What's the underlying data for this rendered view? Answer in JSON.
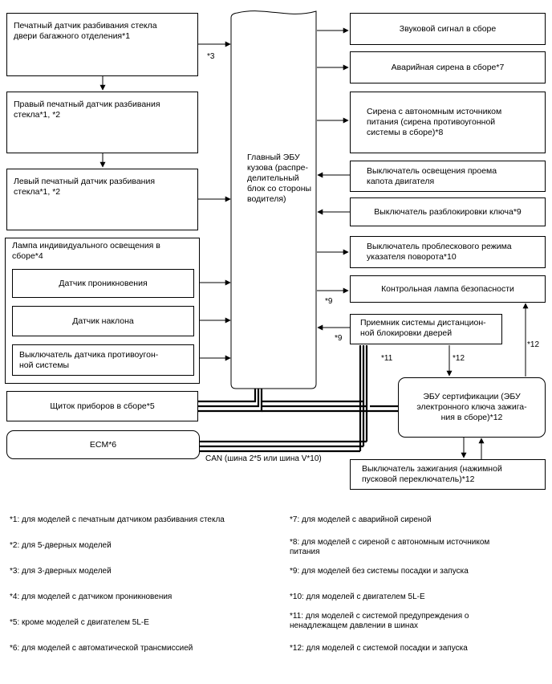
{
  "left": {
    "trunk_sensor": "Печатный датчик разбивания стекла\nдвери багажного отделения*1",
    "right_sensor": "Правый печатный датчик разбивания\nстекла*1, *2",
    "left_sensor": "Левый печатный датчик разбивания\nстекла*1, *2",
    "lamp_group": "Лампа индивидуального освещения в\nсборе*4",
    "intrusion_sensor": "Датчик проникновения",
    "tilt_sensor": "Датчик наклона",
    "theft_switch": "Выключатель датчика противоугон-\nной системы",
    "meter": "Щиток приборов в сборе*5",
    "ecm": "ECM*6"
  },
  "center": {
    "main_ecu": "Главный ЭБУ\nкузова (распре-\nделительный\nблок со стороны\nводителя)"
  },
  "right": {
    "horn": "Звуковой сигнал в сборе",
    "siren": "Аварийная сирена в сборе*7",
    "self_siren": "Сирена с автономным источником\nпитания (сирена противоугонной\nсистемы в сборе)*8",
    "hood_switch": "Выключатель освещения проема\nкапота двигателя",
    "key_switch": "Выключатель разблокировки ключа*9",
    "hazard_switch": "Выключатель проблескового режима\nуказателя поворота*10",
    "security_lamp": "Контрольная лампа безопасности",
    "receiver": "Приемник системы дистанцион-\nной блокировки дверей",
    "cert_ecu": "ЭБУ сертификации (ЭБУ\nэлектронного ключа зажига-\nния в сборе)*12",
    "ignition": "Выключатель зажигания (нажимной\nпусковой переключатель)*12"
  },
  "labels": {
    "l3": "*3",
    "l9a": "*9",
    "l9b": "*9",
    "l11": "*11",
    "l12a": "*12",
    "l12b": "*12",
    "can": "CAN (шина 2*5 или шина V*10)"
  },
  "footnotes": {
    "f1": "*1: для моделей с печатным датчиком разбивания стекла",
    "f2": "*2: для 5-дверных моделей",
    "f3": "*3: для 3-дверных моделей",
    "f4": "*4: для моделей с датчиком проникновения",
    "f5": "*5: кроме моделей с двигателем 5L-E",
    "f6": "*6: для моделей с автоматической трансмиссией",
    "f7": "*7: для моделей с аварийной сиреной",
    "f8": "*8: для моделей с сиреной с автономным источником\nпитания",
    "f9": "*9: для моделей без системы посадки и запуска",
    "f10": "*10: для моделей с двигателем 5L-E",
    "f11": "*11: для моделей с системой предупреждения о\nненадлежащем давлении в шинах",
    "f12": "*12: для моделей с системой посадки и запуска"
  }
}
